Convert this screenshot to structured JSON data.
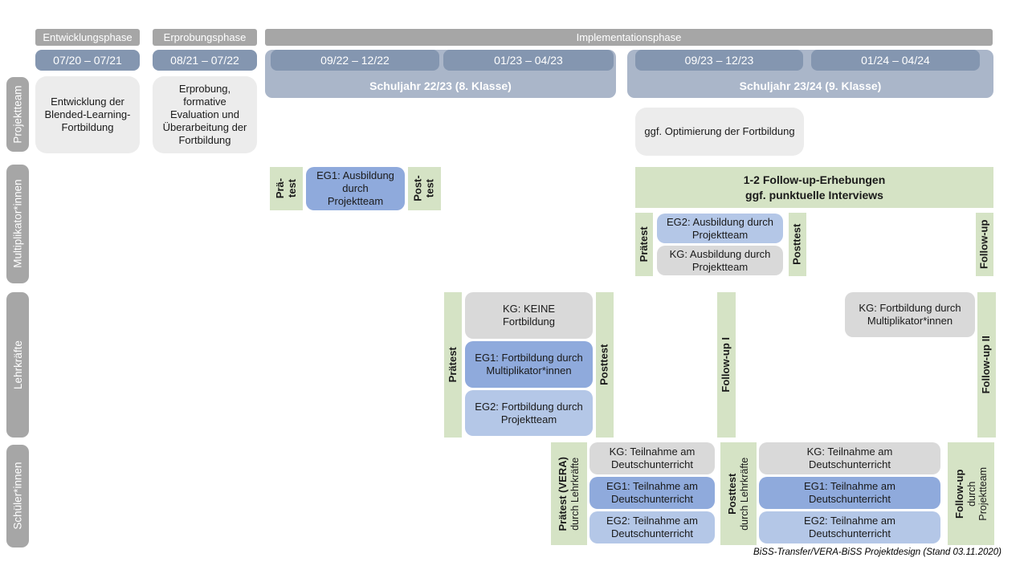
{
  "phases": {
    "p1": "Entwicklungsphase",
    "p2": "Erprobungsphase",
    "p3": "Implementationsphase"
  },
  "dates": [
    "07/20 – 07/21",
    "08/21 – 07/22",
    "09/22 – 12/22",
    "01/23 – 04/23",
    "09/23 – 12/23",
    "01/24 – 04/24"
  ],
  "years": [
    "Schuljahr 22/23 (8. Klasse)",
    "Schuljahr 23/24 (9. Klasse)"
  ],
  "row_labels": [
    "Projektteam",
    "Multiplikator*innen",
    "Lehrkräfte",
    "Schüler*innen"
  ],
  "projektteam": {
    "entwicklung": "Entwicklung der Blended-Learning-Fortbildung",
    "erprobung": "Erprobung, formative Evaluation und Überarbeitung der Fortbildung",
    "optimierung": "ggf. Optimierung der Fortbildung"
  },
  "multiplikatoren": {
    "praetest_l1": "Prä-",
    "praetest_l2": "test",
    "eg1": "EG1: Ausbildung durch Projektteam",
    "posttest_l1": "Post-",
    "posttest_l2": "test",
    "followup_box_l1": "1-2 Follow-up-Erhebungen",
    "followup_box_l2": "ggf. punktuelle Interviews",
    "praetest": "Prätest",
    "eg2": "EG2: Ausbildung durch Projektteam",
    "kg": "KG: Ausbildung durch Projektteam",
    "posttest": "Posttest",
    "followup": "Follow-up"
  },
  "lehrkraefte": {
    "praetest": "Prätest",
    "kg": "KG: KEINE Fortbildung",
    "eg1": "EG1: Fortbildung durch Multiplikator*innen",
    "eg2": "EG2: Fortbildung durch Projektteam",
    "posttest": "Posttest",
    "followup1": "Follow-up I",
    "kg2": "KG: Fortbildung durch Multiplikator*innen",
    "followup2": "Follow-up II"
  },
  "schueler": {
    "praetest_bold": "Prätest (VERA)",
    "praetest_sub": "durch Lehrkräfte",
    "kg1": "KG: Teilnahme am Deutschunterricht",
    "eg1a": "EG1: Teilnahme am Deutschunterricht",
    "eg2a": "EG2: Teilnahme am Deutschunterricht",
    "posttest_bold": "Posttest",
    "posttest_sub": "durch Lehrkräfte",
    "kg2": "KG: Teilnahme am Deutschunterricht",
    "eg1b": "EG1: Teilnahme am Deutschunterricht",
    "eg2b": "EG2: Teilnahme am Deutschunterricht",
    "followup_bold": "Follow-up",
    "followup_sub1": "durch",
    "followup_sub2": "Projektteam"
  },
  "footer": {
    "caption": "BiSS-Transfer/VERA-BiSS Projektdesign (Stand 03.11.2020)"
  },
  "colors": {
    "phase_gray": "#a6a6a6",
    "date_blue": "#8496b0",
    "year_band_blue": "#aab6c9",
    "green": "#d5e3c5",
    "eg1_blue": "#8faadc",
    "eg2_blue": "#b4c7e7",
    "kg_gray": "#d9d9d9",
    "team_gray": "#ececec"
  }
}
